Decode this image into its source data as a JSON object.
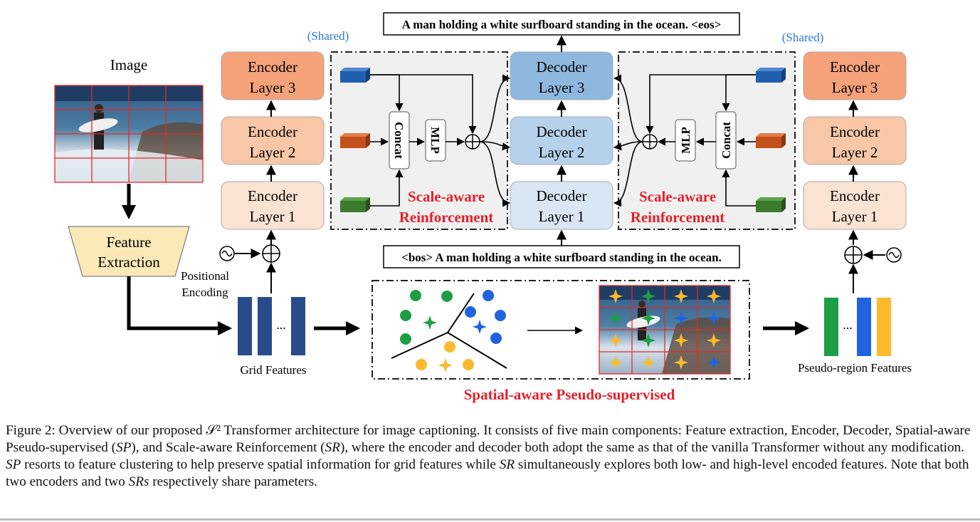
{
  "figure": {
    "image_label": "Image",
    "feature_extraction": [
      "Feature",
      "Extraction"
    ],
    "positional_encoding": [
      "Positional",
      "Encoding"
    ],
    "grid_features_label": "Grid Features",
    "pseudo_region_label": "Pseudo-region Features",
    "shared_label": "(Shared)",
    "encoder_layers": [
      [
        "Encoder",
        "Layer 3"
      ],
      [
        "Encoder",
        "Layer 2"
      ],
      [
        "Encoder",
        "Layer 1"
      ]
    ],
    "decoder_layers": [
      [
        "Decoder",
        "Layer 3"
      ],
      [
        "Decoder",
        "Layer 2"
      ],
      [
        "Decoder",
        "Layer 1"
      ]
    ],
    "concat_label": "Concat",
    "mlp_label": "MLP",
    "sr_label": [
      "Scale-aware",
      "Reinforcement"
    ],
    "sp_label": "Spatial-aware Pseudo-supervised",
    "output_caption": "A man holding a white surfboard standing in the ocean. <eos>",
    "input_caption": "<bos> A man holding a white surfboard standing in the ocean.",
    "ellipsis": "...",
    "colors": {
      "encoder3": "#f5a27a",
      "encoder2": "#f8c7a7",
      "encoder1": "#fbe3d4",
      "decoder3": "#8fb8df",
      "decoder2": "#b6d1ec",
      "decoder1": "#d9e7f5",
      "red_label": "#e3202a",
      "blue_label": "#2a78d6",
      "green": "#1e9e44",
      "blue": "#1f63e0",
      "yellow": "#fbb92b",
      "navy_bar": "#284b8c"
    }
  },
  "caption": {
    "prefix": "Figure 2:  Overview of our proposed ",
    "s2": "𝒮²",
    "part1": " Transformer architecture for image captioning.  It consists of five main components: Feature extraction, Encoder, Decoder, Spatial-aware Pseudo-supervised (",
    "sp": "SP",
    "part2": "), and Scale-aware Reinforcement (",
    "sr": "SR",
    "part3": "), where the encoder and decoder both adopt the same as that of the vanilla Transformer without any modification. ",
    "sp2": "SP",
    "part4": " resorts to feature clustering to help preserve spatial information for grid features while ",
    "sr2": "SR",
    "part5": " simultaneously explores both low- and high-level encoded features. Note that both two encoders and two ",
    "srs": "SRs",
    "part6": " respectively share parameters."
  }
}
